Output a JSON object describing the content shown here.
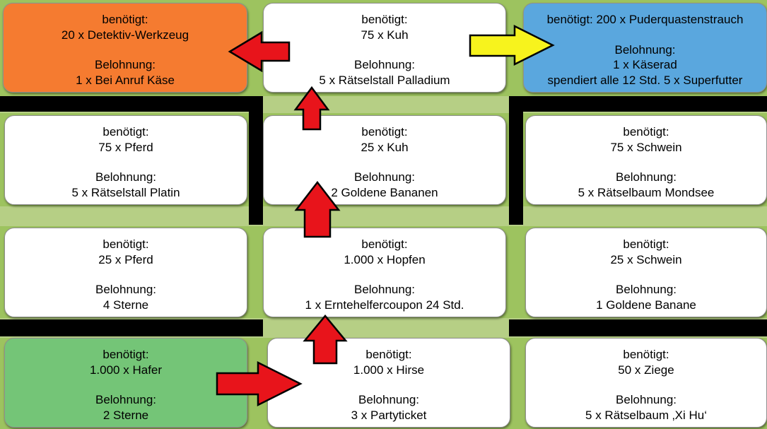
{
  "colors": {
    "orange": "#f57b30",
    "blue": "#5aa7de",
    "green": "#74c577",
    "white": "#ffffff",
    "red_arrow": "#e8141b",
    "yellow_arrow": "#f7f31d",
    "black_divider": "#000000",
    "grass": "#9dc35f"
  },
  "cards": [
    {
      "id": "r1c1",
      "color": "orange",
      "required_label": "benötigt:",
      "required": "20 x Detektiv-Werkzeug",
      "reward_label": "Belohnung:",
      "reward": [
        "1 x Bei Anruf Käse"
      ]
    },
    {
      "id": "r1c2",
      "color": "white",
      "required_label": "benötigt:",
      "required": "75 x Kuh",
      "reward_label": "Belohnung:",
      "reward": [
        "5 x Rätselstall Palladium"
      ]
    },
    {
      "id": "r1c3",
      "color": "blue",
      "required_label": "benötigt: 200 x Puderquastenstrauch",
      "required": "",
      "reward_label": "Belohnung:",
      "reward": [
        "1 x Käserad",
        "spendiert alle 12 Std. 5 x Superfutter"
      ]
    },
    {
      "id": "r2c1",
      "color": "white",
      "required_label": "benötigt:",
      "required": "75 x Pferd",
      "reward_label": "Belohnung:",
      "reward": [
        "5 x Rätselstall Platin"
      ]
    },
    {
      "id": "r2c2",
      "color": "white",
      "required_label": "benötigt:",
      "required": "25 x Kuh",
      "reward_label": "Belohnung:",
      "reward": [
        "2 Goldene Bananen"
      ]
    },
    {
      "id": "r2c3",
      "color": "white",
      "required_label": "benötigt:",
      "required": "75 x Schwein",
      "reward_label": "Belohnung:",
      "reward": [
        "5 x Rätselbaum Mondsee"
      ]
    },
    {
      "id": "r3c1",
      "color": "white",
      "required_label": "benötigt:",
      "required": "25 x Pferd",
      "reward_label": "Belohnung:",
      "reward": [
        "4 Sterne"
      ]
    },
    {
      "id": "r3c2",
      "color": "white",
      "required_label": "benötigt:",
      "required": "1.000 x Hopfen",
      "reward_label": "Belohnung:",
      "reward": [
        "1 x Erntehelfercoupon 24 Std."
      ]
    },
    {
      "id": "r3c3",
      "color": "white",
      "required_label": "benötigt:",
      "required": "25 x Schwein",
      "reward_label": "Belohnung:",
      "reward": [
        "1 Goldene Banane"
      ]
    },
    {
      "id": "r4c1",
      "color": "green",
      "required_label": "benötigt:",
      "required": "1.000 x Hafer",
      "reward_label": "Belohnung:",
      "reward": [
        "2 Sterne"
      ]
    },
    {
      "id": "r4c2",
      "color": "white",
      "required_label": "benötigt:",
      "required": "1.000 x Hirse",
      "reward_label": "Belohnung:",
      "reward": [
        "3 x Partyticket"
      ]
    },
    {
      "id": "r4c3",
      "color": "white",
      "required_label": "benötigt:",
      "required": "50 x Ziege",
      "reward_label": "Belohnung:",
      "reward": [
        "5 x Rätselbaum ‚Xi Hu‘"
      ]
    }
  ],
  "arrows": [
    {
      "id": "arrow-hafer-to-hirse",
      "direction": "right",
      "color": "red_arrow"
    },
    {
      "id": "arrow-hirse-to-hopfen",
      "direction": "up",
      "color": "red_arrow"
    },
    {
      "id": "arrow-hopfen-to-kuh25",
      "direction": "up",
      "color": "red_arrow"
    },
    {
      "id": "arrow-kuh25-to-kuh75",
      "direction": "up",
      "color": "red_arrow"
    },
    {
      "id": "arrow-kuh75-to-detektiv",
      "direction": "left",
      "color": "red_arrow"
    },
    {
      "id": "arrow-kuh75-to-puderquasten",
      "direction": "right",
      "color": "yellow_arrow"
    }
  ]
}
